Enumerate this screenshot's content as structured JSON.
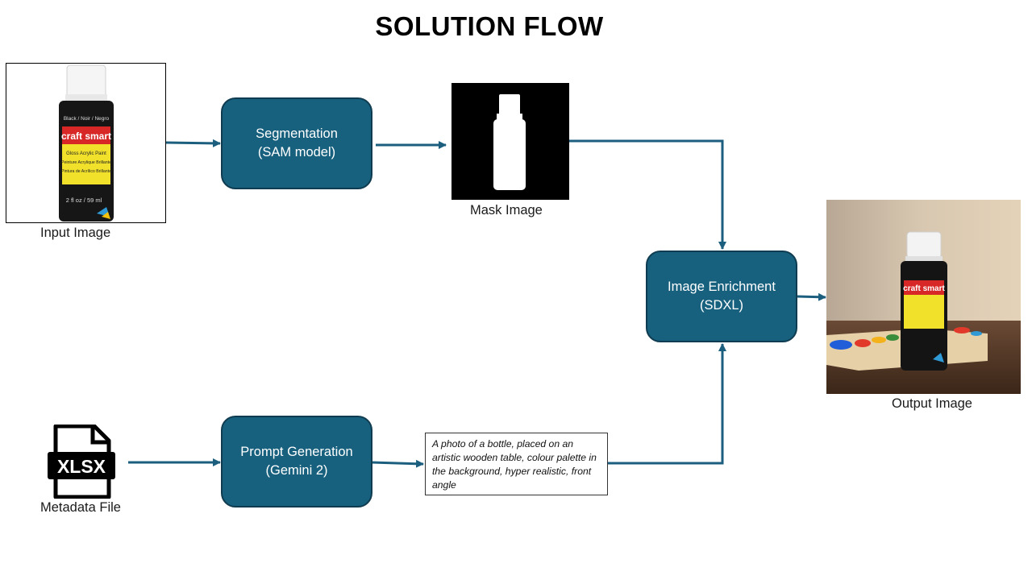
{
  "title": "SOLUTION FLOW",
  "nodes": {
    "segmentation": {
      "line1": "Segmentation",
      "line2": "(SAM model)"
    },
    "enrichment": {
      "line1": "Image Enrichment",
      "line2": "(SDXL)"
    },
    "prompt_generation": {
      "line1": "Prompt Generation",
      "line2": "(Gemini 2)"
    }
  },
  "captions": {
    "input": "Input Image",
    "mask": "Mask Image",
    "output": "Output Image",
    "metadata": "Metadata File"
  },
  "prompt_text": "A photo of a bottle, placed on an artistic wooden table, colour palette in the background, hyper realistic, front angle",
  "bottle_label": {
    "brand": "craft smart",
    "color": "Black / Noir / Negro",
    "line1": "Gloss Acrylic Paint",
    "line2": "Peinture Acrylique Brillante",
    "line3": "Pintura de Acrílico Brillante",
    "size": "2 fl oz / 59 ml"
  },
  "file_icon_text": "XLSX",
  "colors": {
    "box_fill": "#17607e",
    "box_border": "#0f3c50",
    "arrow": "#1b5e7d"
  }
}
